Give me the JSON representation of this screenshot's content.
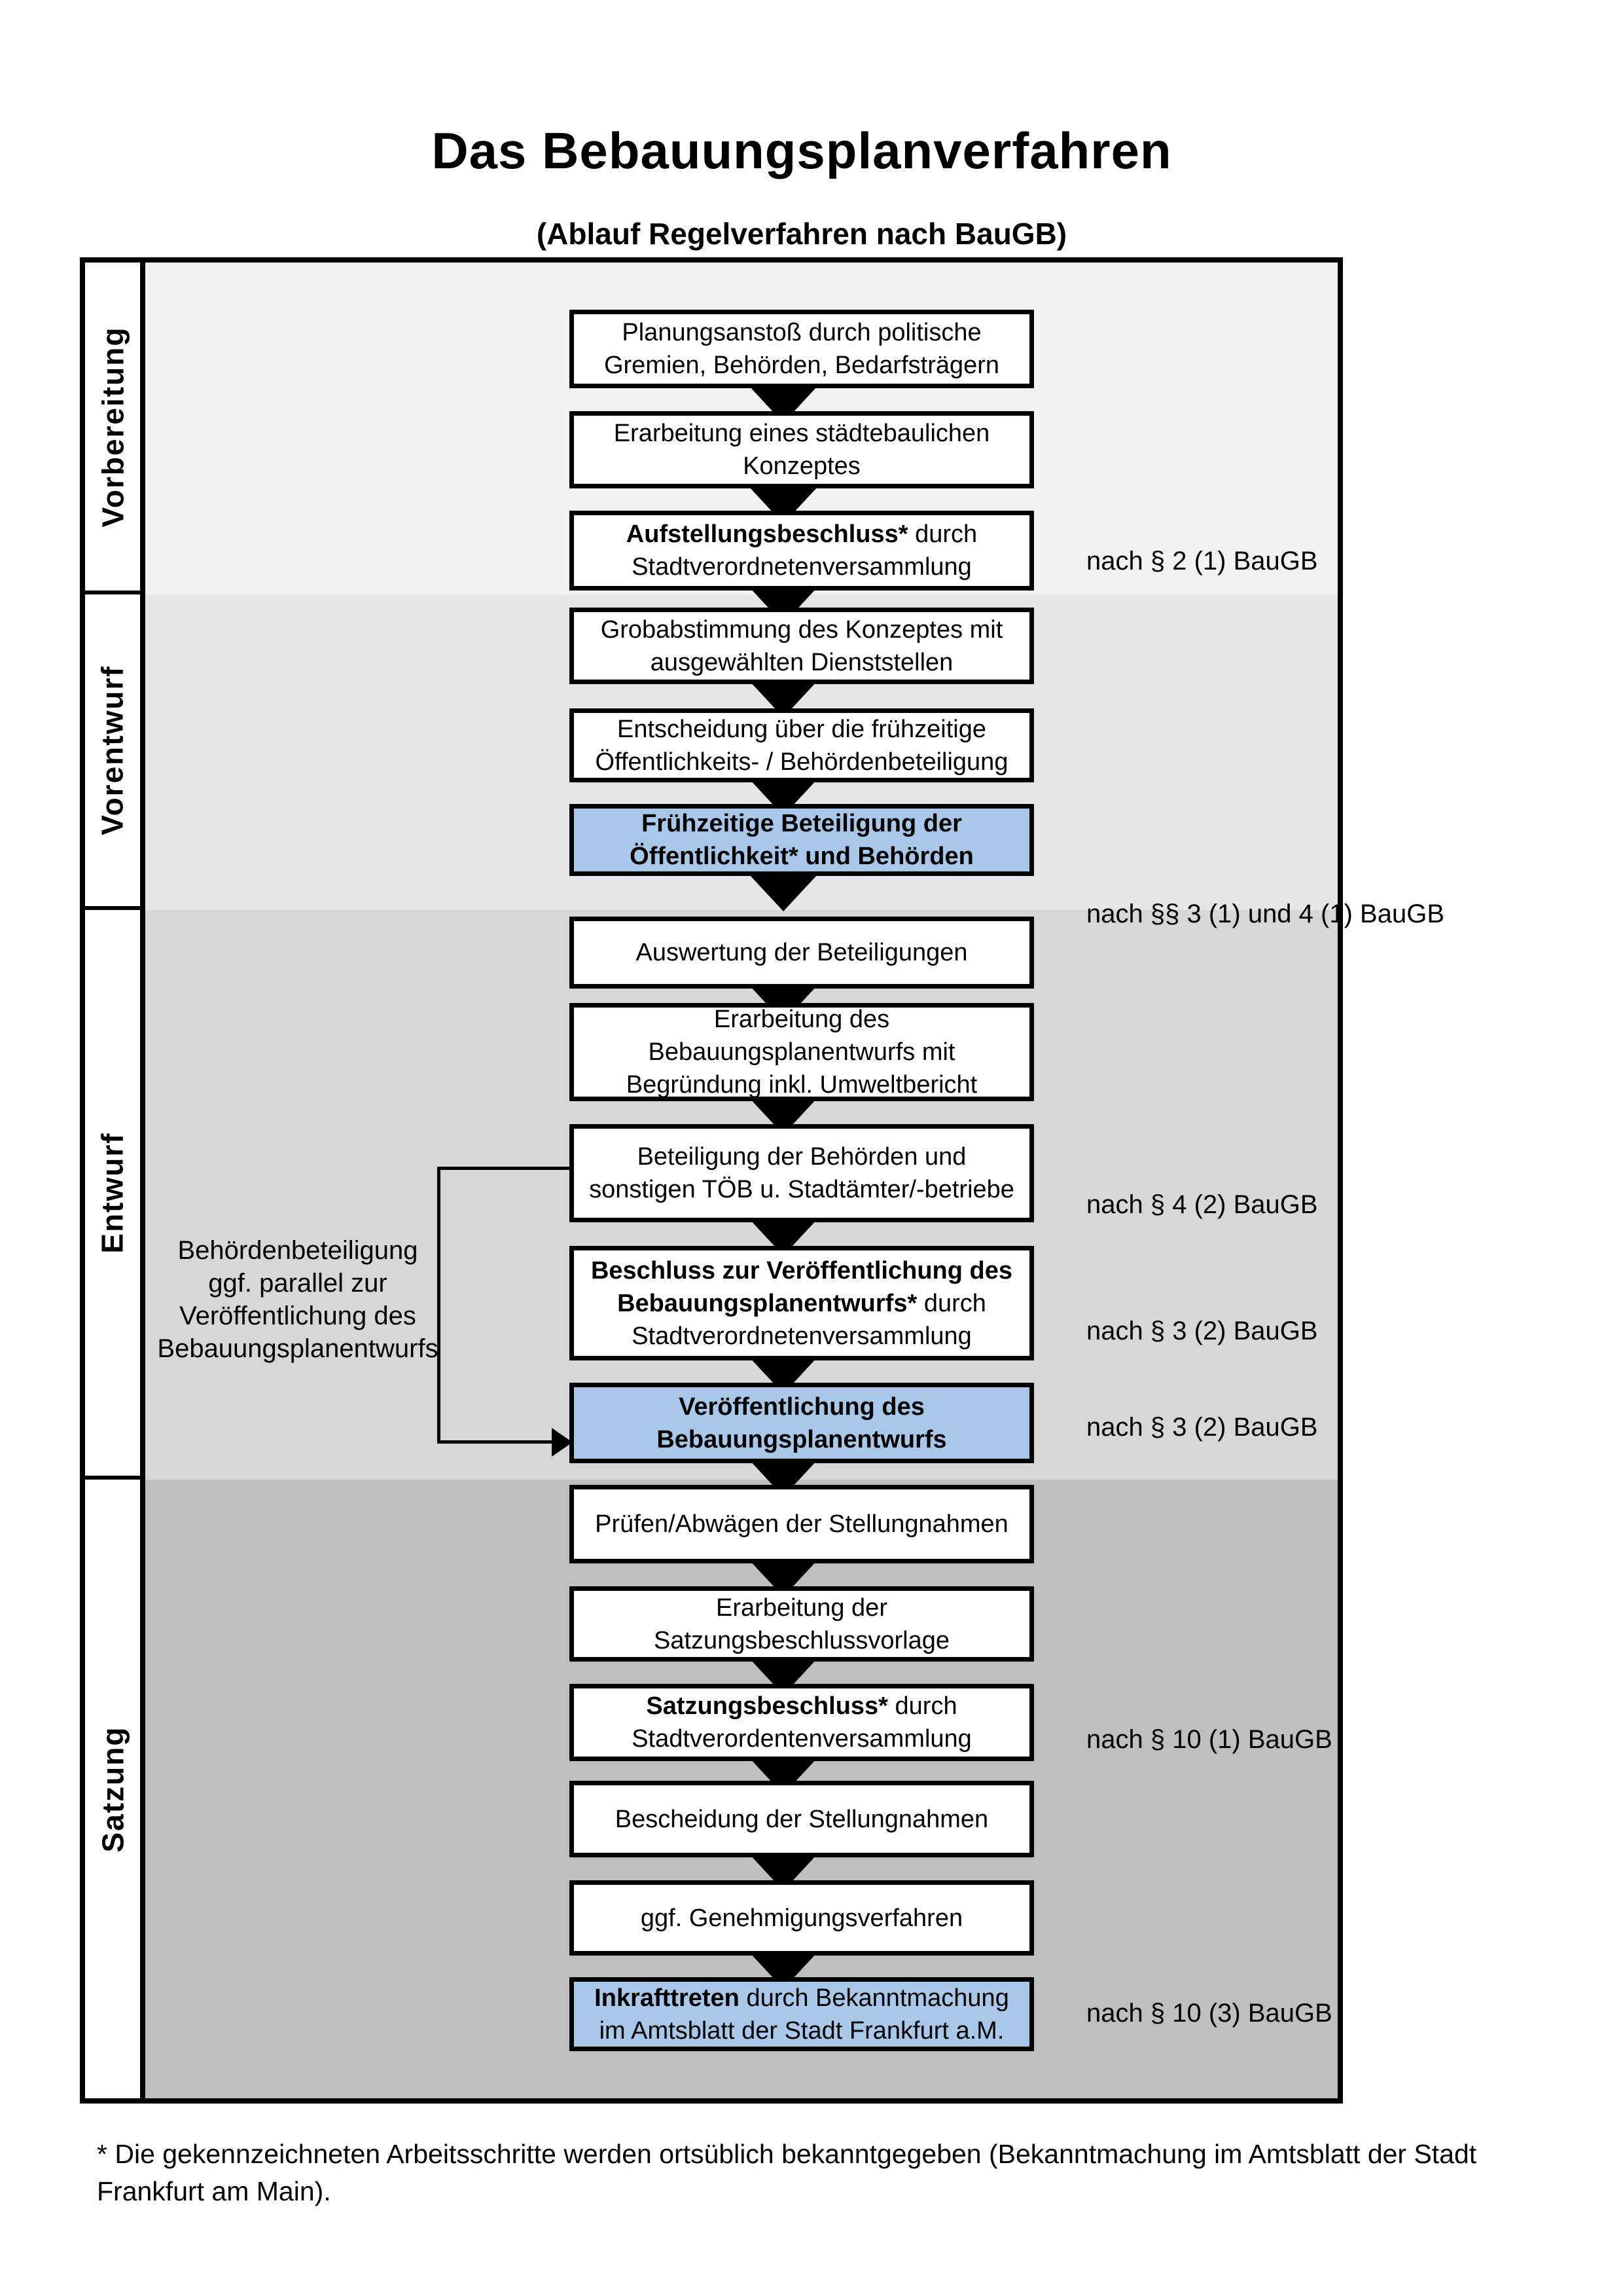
{
  "title": "Das Bebauungsplanverfahren",
  "subtitle": "(Ablauf Regelverfahren nach BauGB)",
  "colors": {
    "highlight_blue": "#a9c8e9",
    "band_vorbereitung": "#f2f2f2",
    "band_vorentwurf": "#e6e6e6",
    "band_entwurf": "#d7d7d7",
    "band_satzung": "#bfbfbf",
    "line_black": "#000000"
  },
  "phases": [
    {
      "label": "Vorbereitung"
    },
    {
      "label": "Vorentwurf"
    },
    {
      "label": "Entwurf"
    },
    {
      "label": "Satzung"
    }
  ],
  "boxes": {
    "planungsanstoss": {
      "l1": "Planungsanstoß durch politische",
      "l2": "Gremien, Behörden, Bedarfsträgern"
    },
    "konzept": {
      "l1": "Erarbeitung eines städtebaulichen",
      "l2": "Konzeptes"
    },
    "aufstellungsbeschluss": {
      "bold": "Aufstellungsbeschluss*",
      "rest": " durch",
      "l2": "Stadtverordnetenversammlung"
    },
    "grobabstimmung": {
      "l1": "Grobabstimmung des Konzeptes mit",
      "l2": "ausgewählten Dienststellen"
    },
    "entscheidung": {
      "l1": "Entscheidung über die frühzeitige",
      "l2": "Öffentlichkeits- / Behördenbeteiligung"
    },
    "fruehzeitige": {
      "l1": "Frühzeitige Beteiligung der",
      "l2": "Öffentlichkeit* und Behörden"
    },
    "auswertung": {
      "l1": "Auswertung der Beteiligungen"
    },
    "erarbeitung_entwurf": {
      "l1": "Erarbeitung des",
      "l2": "Bebauungsplanentwurfs mit",
      "l3": "Begründung inkl. Umweltbericht"
    },
    "beteiligung_behoerden": {
      "l1": "Beteiligung der Behörden und",
      "l2": "sonstigen TÖB u. Stadtämter/-betriebe"
    },
    "beschluss_veroeffentlichung": {
      "bold1": "Beschluss zur Veröffentlichung des",
      "bold2": "Bebauungsplanentwurfs*",
      "rest2": " durch",
      "l3": "Stadtverordnetenversammlung"
    },
    "veroeffentlichung": {
      "l1": "Veröffentlichung des",
      "l2": "Bebauungsplanentwurfs"
    },
    "pruefen": {
      "l1": "Prüfen/Abwägen der Stellungnahmen"
    },
    "satzungsvorlage": {
      "l1": "Erarbeitung der",
      "l2": "Satzungsbeschlussvorlage"
    },
    "satzungsbeschluss": {
      "bold": "Satzungsbeschluss*",
      "rest": " durch",
      "l2": "Stadtverordentenversammlung"
    },
    "bescheidung": {
      "l1": "Bescheidung der Stellungnahmen"
    },
    "genehmigung": {
      "l1": "ggf. Genehmigungsverfahren"
    },
    "inkrafttreten": {
      "bold": "Inkrafttreten",
      "rest": " durch Bekanntmachung",
      "l2": "im Amtsblatt der Stadt Frankfurt a.M."
    }
  },
  "references": {
    "r1": "nach § 2 (1) BauGB",
    "r2": "nach §§ 3 (1) und 4 (1) BauGB",
    "r3": "nach § 4 (2) BauGB",
    "r4": "nach § 3 (2) BauGB",
    "r5": "nach § 3 (2) BauGB",
    "r6": "nach § 10 (1) BauGB",
    "r7": "nach § 10 (3) BauGB"
  },
  "side_note": {
    "l1": "Behördenbeteiligung",
    "l2": "ggf. parallel zur",
    "l3": "Veröffentlichung des",
    "l4": "Bebauungsplanentwurfs"
  },
  "footnote": {
    "line1": "* Die gekennzeichneten Arbeitsschritte werden ortsüblich bekanntgegeben (Bekanntmachung im Amtsblatt  der Stadt",
    "line2": "Frankfurt am Main)."
  }
}
